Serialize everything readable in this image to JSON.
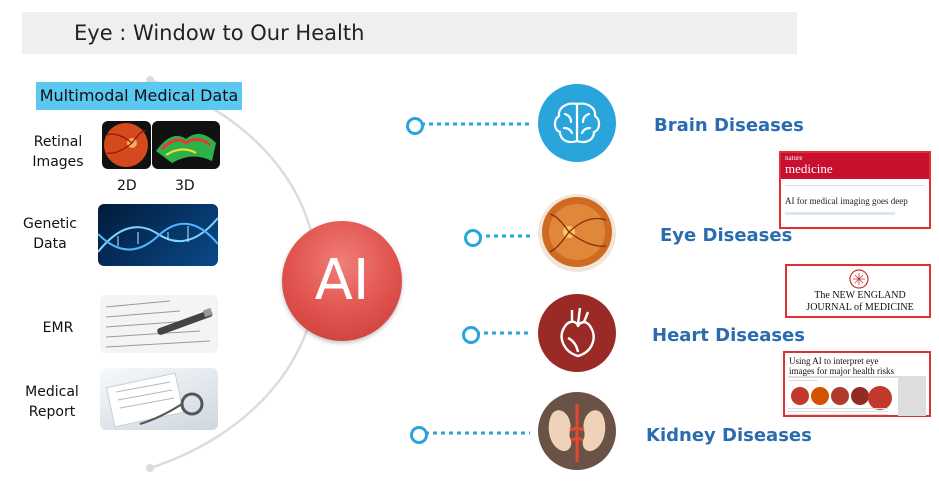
{
  "title": "Eye : Window to Our Health",
  "center": {
    "label": "AI"
  },
  "data_panel": {
    "header": "Multimodal Medical Data",
    "items": [
      {
        "label_line1": "Retinal",
        "label_line2": "Images",
        "sub_labels": [
          "2D",
          "3D"
        ]
      },
      {
        "label_line1": "Genetic",
        "label_line2": "Data"
      },
      {
        "label_line1": "EMR",
        "label_line2": ""
      },
      {
        "label_line1": "Medical",
        "label_line2": "Report"
      }
    ]
  },
  "diseases": [
    {
      "label": "Brain Diseases",
      "icon": "brain-icon",
      "color": "#2aa5dc"
    },
    {
      "label": "Eye Diseases",
      "icon": "retina-icon",
      "color": "#d07a30"
    },
    {
      "label": "Heart Diseases",
      "icon": "heart-icon",
      "color": "#9a2a25"
    },
    {
      "label": "Kidney Diseases",
      "icon": "kidney-icon",
      "color": "#e7c9b4"
    }
  ],
  "papers": [
    {
      "journal_small": "nature",
      "journal": "medicine",
      "headline": "AI for medical imaging goes deep"
    },
    {
      "journal_line1": "The NEW ENGLAND",
      "journal_line2": "JOURNAL of MEDICINE"
    },
    {
      "headline_line1": "Using AI to interpret eye",
      "headline_line2": "images for major health risks"
    }
  ],
  "colors": {
    "accent": "#2aa5dc",
    "label_blue": "#2b6cb0",
    "ai_red": "#e0514c",
    "paper_border": "#e03030"
  }
}
